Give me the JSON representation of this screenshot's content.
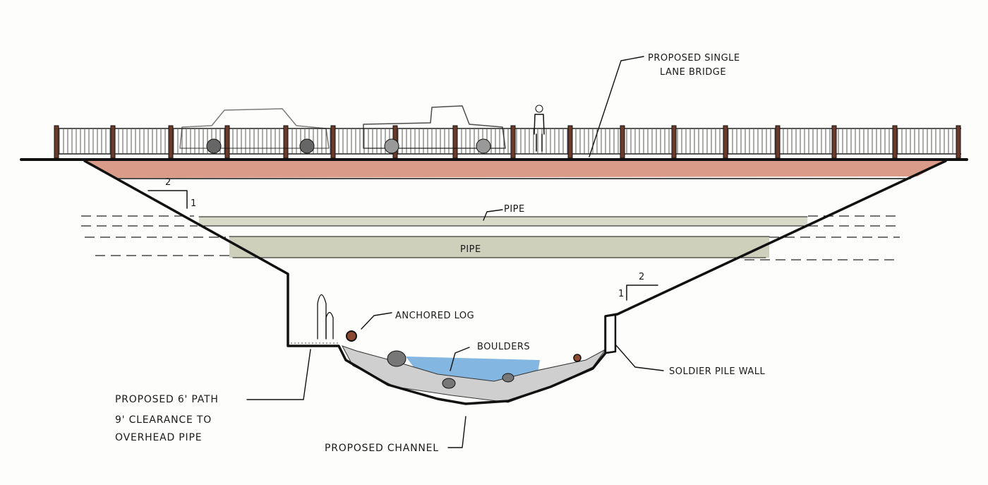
{
  "labels": {
    "bridge_line1": "PROPOSED SINGLE",
    "bridge_line2": "LANE BRIDGE",
    "pipe_upper": "PIPE",
    "pipe_lower": "PIPE",
    "slope_left_run": "2",
    "slope_left_rise": "1",
    "slope_right_run": "2",
    "slope_right_rise": "1",
    "anchored_log": "ANCHORED LOG",
    "boulders": "BOULDERS",
    "soldier_pile_wall": "SOLDIER PILE WALL",
    "path_line1": "PROPOSED 6' PATH",
    "path_line2": "9' CLEARANCE TO",
    "path_line3": "OVERHEAD PIPE",
    "channel": "PROPOSED CHANNEL"
  },
  "colors": {
    "bridge_deck": "#c9715a",
    "railing": "#6b3a2a",
    "pipe": "#cfd0bc",
    "water": "#5a9fd8",
    "car": "#7d7d7d",
    "truck": "#d9b27a"
  }
}
